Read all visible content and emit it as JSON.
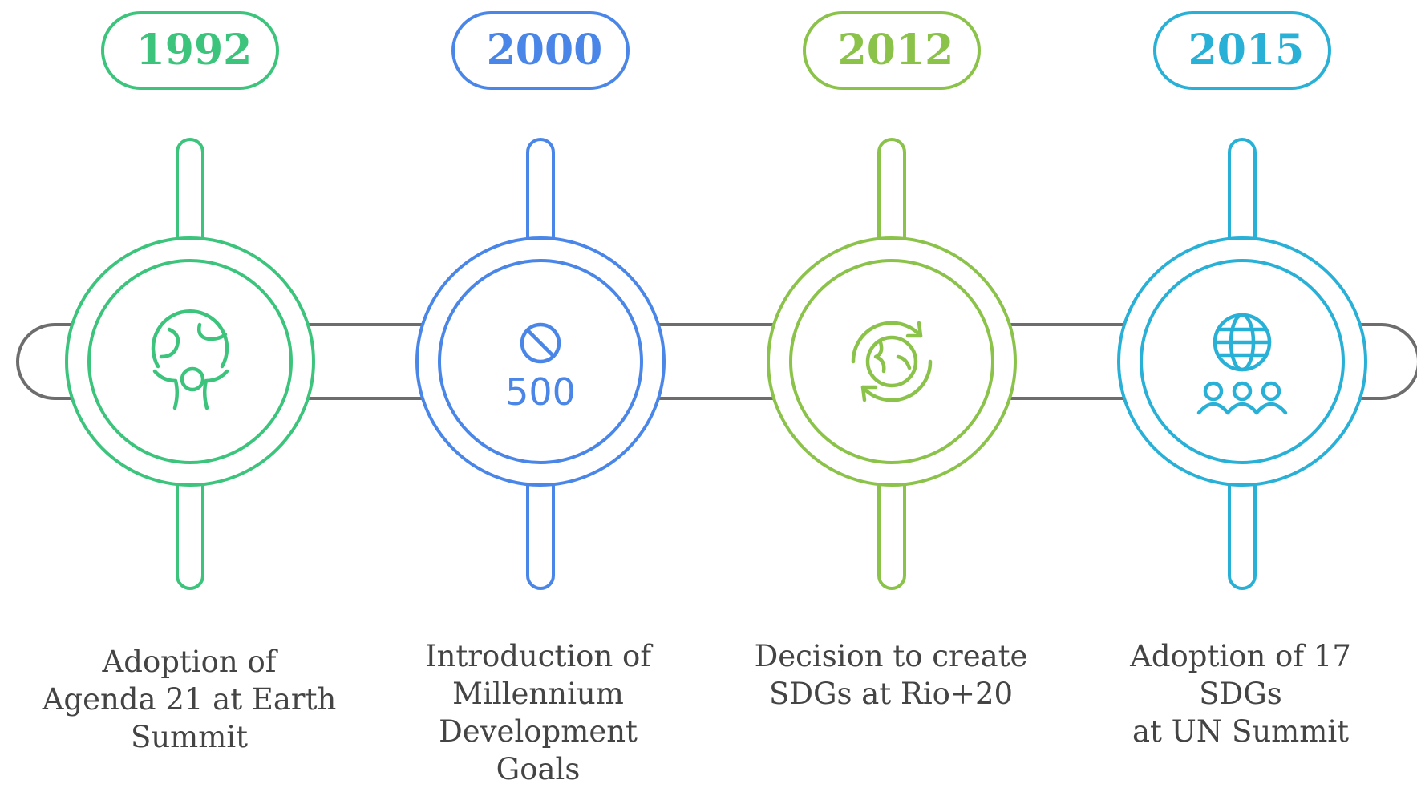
{
  "milestones": [
    {
      "year": "1992",
      "color": "#3cc47c",
      "icon": "globe-person-icon",
      "caption_lines": [
        "Adoption of",
        "Agenda 21 at Earth",
        "Summit"
      ]
    },
    {
      "year": "2000",
      "color": "#4a86e8",
      "icon": "prohibited-500-icon",
      "icon_text": "500",
      "caption_lines": [
        "Introduction of",
        "Millennium",
        "Development",
        "Goals"
      ]
    },
    {
      "year": "2012",
      "color": "#8bc34a",
      "icon": "globe-refresh-icon",
      "caption_lines": [
        "Decision to create",
        "SDGs at Rio+20"
      ]
    },
    {
      "year": "2015",
      "color": "#29b0d6",
      "icon": "globe-people-icon",
      "caption_lines": [
        "Adoption of 17 SDGs",
        "at UN Summit"
      ]
    }
  ],
  "track_color": "#6d6d6d"
}
